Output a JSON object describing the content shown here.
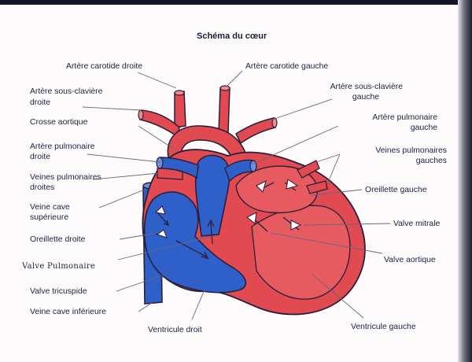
{
  "title": "Schéma du cœur",
  "labels": {
    "carotide_droite": "Artère carotide droite",
    "carotide_gauche": "Artère carotide gauche",
    "sous_claviere_droite_1": "Artère sous-clavière",
    "sous_claviere_droite_2": "droite",
    "sous_claviere_gauche_1": "Artère sous-clavière",
    "sous_claviere_gauche_2": "gauche",
    "crosse_aortique": "Crosse aortique",
    "pulmonaire_gauche_1": "Artère pulmonaire",
    "pulmonaire_gauche_2": "gauche",
    "pulmonaire_droite_1": "Artère pulmonaire",
    "pulmonaire_droite_2": "droite",
    "veines_pulm_gauches_1": "Veines pulmonaires",
    "veines_pulm_gauches_2": "gauches",
    "veines_pulm_droites_1": "Veines pulmonaires",
    "veines_pulm_droites_2": "droites",
    "oreillette_gauche": "Oreillette gauche",
    "veine_cave_sup_1": "Veine cave",
    "veine_cave_sup_2": "supérieure",
    "valve_mitrale": "Valve mitrale",
    "oreillette_droite": "Oreillette droite",
    "valve_aortique": "Valve aortique",
    "valve_pulmonaire": "Valve Pulmonaire",
    "valve_tricuspide": "Valve tricuspide",
    "veine_cave_inf": "Veine cave inférieure",
    "ventricule_droit": "Ventricule droit",
    "ventricule_gauche": "Ventricule gauche"
  },
  "colors": {
    "oxygenated": "#e04a50",
    "deoxygenated": "#2f5fc8",
    "outline": "#2a1f3a",
    "label_text": "#25214a",
    "paper": "#fdfbfc"
  }
}
